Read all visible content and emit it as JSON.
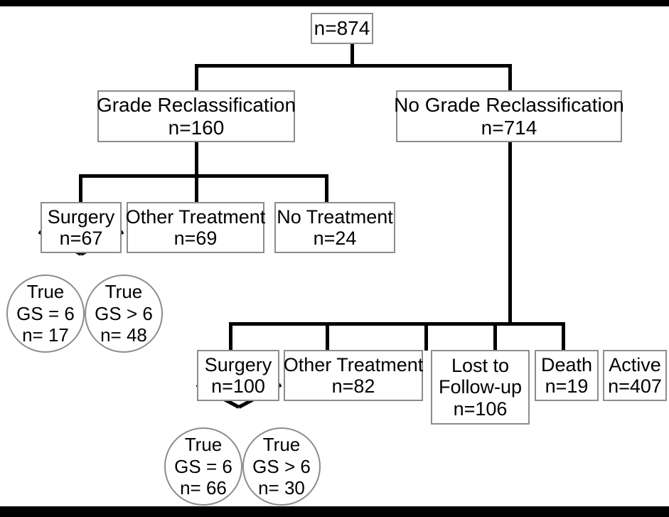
{
  "diagram": {
    "title": "Grade Reclassification Outcomes Flow Diagram",
    "type": "flowchart",
    "colors": {
      "node_border": "#8c8c8c",
      "connector": "#000000",
      "background": "#ffffff",
      "band": "#000000"
    },
    "root": {
      "label": "",
      "count": "n=874"
    },
    "level2": [
      {
        "label": "Grade Reclassification",
        "count": "n=160"
      },
      {
        "label": "No Grade Reclassification",
        "count": "n=714"
      }
    ],
    "grade_recl_children": [
      {
        "label": "Surgery",
        "count": "n=67"
      },
      {
        "label": "Other Treatment",
        "count": "n=69"
      },
      {
        "label": "No Treatment",
        "count": "n=24"
      }
    ],
    "grade_recl_surgery_outcomes": [
      {
        "line1": "True",
        "line2": "GS = 6",
        "line3": "n= 17"
      },
      {
        "line1": "True",
        "line2": "GS > 6",
        "line3": "n= 48"
      }
    ],
    "no_grade_recl_children": [
      {
        "label": "Surgery",
        "count": "n=100"
      },
      {
        "label": "Other Treatment",
        "count": "n=82"
      },
      {
        "label_line1": "Lost to",
        "label_line2": "Follow-up",
        "count": "n=106"
      },
      {
        "label": "Death",
        "count": "n=19"
      },
      {
        "label": "Active",
        "count": "n=407"
      }
    ],
    "no_grade_recl_surgery_outcomes": [
      {
        "line1": "True",
        "line2": "GS = 6",
        "line3": "n= 66"
      },
      {
        "line1": "True",
        "line2": "GS > 6",
        "line3": "n= 30"
      }
    ]
  }
}
